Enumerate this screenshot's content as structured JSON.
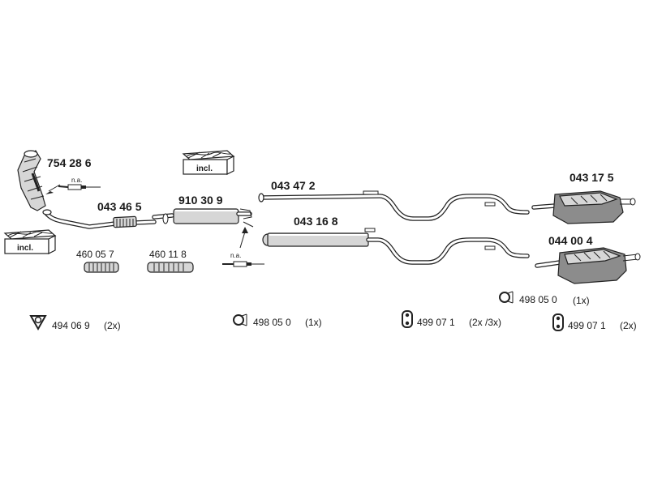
{
  "parts": {
    "catalyst": "754 28 6",
    "front_pipe": "043 46 5",
    "centre_silencer": "910 30 9",
    "mid_pipe_upper": "043 47 2",
    "mid_pipe_lower": "043 16 8",
    "rear_silencer_upper": "043 17 5",
    "rear_silencer_lower": "044 00 4",
    "flex_pipe_1": "460 05 7",
    "flex_pipe_2": "460 11 8"
  },
  "notes": {
    "na_1": "n.a.",
    "na_2": "n.a.",
    "incl_1": "incl.",
    "incl_2": "incl."
  },
  "hardware": {
    "gasket_number": "494 06 9",
    "gasket_qty": "(2x)",
    "clamp_mid_number": "498 05 0",
    "clamp_mid_qty": "(1x)",
    "hanger_mid_number": "499 07 1",
    "hanger_mid_qty": "(2x /3x)",
    "clamp_rear_number": "498 05 0",
    "clamp_rear_qty": "(1x)",
    "hanger_rear_number": "499 07 1",
    "hanger_rear_qty": "(2x)"
  }
}
